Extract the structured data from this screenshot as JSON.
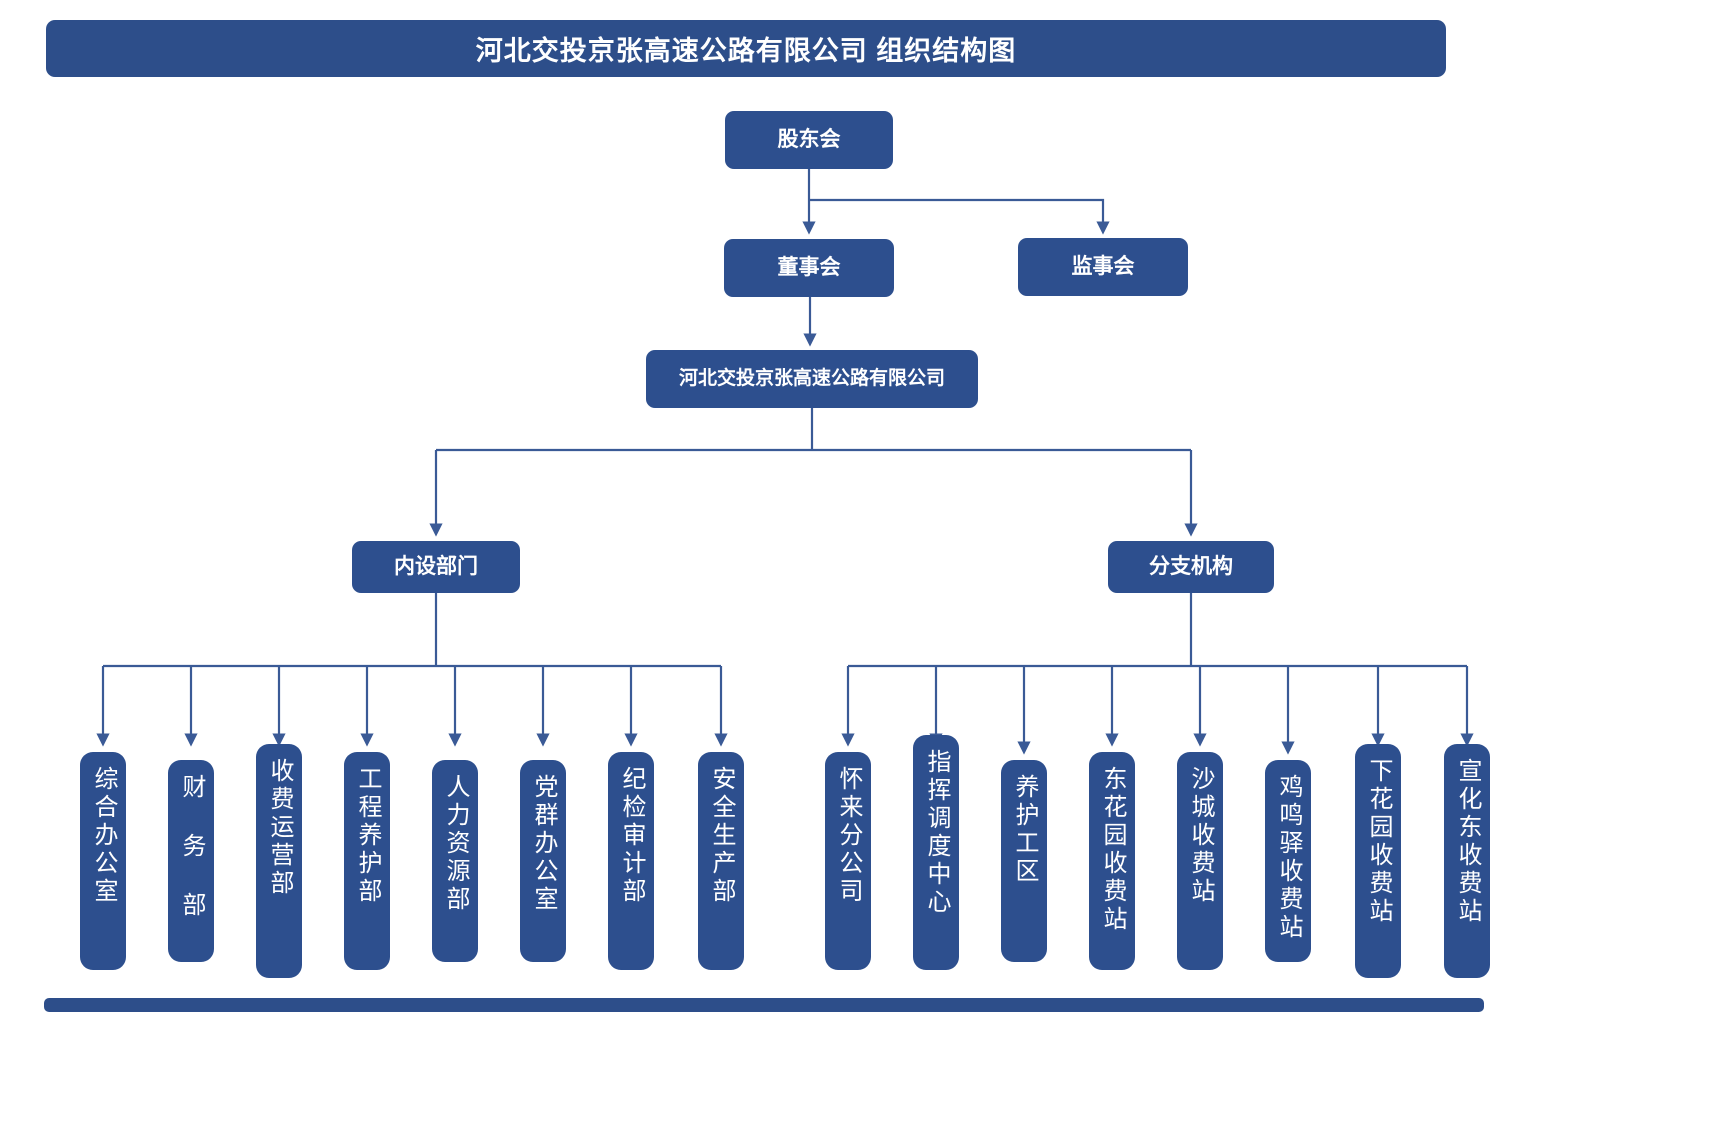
{
  "document": {
    "title": "河北交投京张高速公路有限公司 组织结构图",
    "type": "organization-chart",
    "colors": {
      "box_fill": "#2d4f8e",
      "title_bar": "#2d4e8a",
      "connector_line": "#3a5a96",
      "background": "#ffffff",
      "text": "#ffffff"
    }
  },
  "nodes": {
    "shareholders": {
      "label": "股东会"
    },
    "board": {
      "label": "董事会"
    },
    "supervisors": {
      "label": "监事会"
    },
    "company": {
      "label": "河北交投京张高速公路有限公司"
    },
    "internal_departments": {
      "label": "内设部门"
    },
    "branches": {
      "label": "分支机构"
    }
  },
  "internal_departments": [
    {
      "label": "综合办公室"
    },
    {
      "label": "财 务 部"
    },
    {
      "label": "收费运营部"
    },
    {
      "label": "工程养护部"
    },
    {
      "label": "人力资源部"
    },
    {
      "label": "党群办公室"
    },
    {
      "label": "纪检审计部"
    },
    {
      "label": "安全生产部"
    }
  ],
  "branch_organizations": [
    {
      "label": "怀来分公司"
    },
    {
      "label": "指挥调度中心"
    },
    {
      "label": "养护工区"
    },
    {
      "label": "东花园收费站"
    },
    {
      "label": "沙城收费站"
    },
    {
      "label": "鸡鸣驿收费站"
    },
    {
      "label": "下花园收费站"
    },
    {
      "label": "宣化东收费站"
    }
  ],
  "hierarchy": {
    "root": "股东会",
    "edges": [
      {
        "from": "股东会",
        "to": "董事会"
      },
      {
        "from": "股东会",
        "to": "监事会"
      },
      {
        "from": "董事会",
        "to": "河北交投京张高速公路有限公司"
      },
      {
        "from": "河北交投京张高速公路有限公司",
        "to": "内设部门"
      },
      {
        "from": "河北交投京张高速公路有限公司",
        "to": "分支机构"
      },
      {
        "from": "内设部门",
        "to": "综合办公室"
      },
      {
        "from": "内设部门",
        "to": "财 务 部"
      },
      {
        "from": "内设部门",
        "to": "收费运营部"
      },
      {
        "from": "内设部门",
        "to": "工程养护部"
      },
      {
        "from": "内设部门",
        "to": "人力资源部"
      },
      {
        "from": "内设部门",
        "to": "党群办公室"
      },
      {
        "from": "内设部门",
        "to": "纪检审计部"
      },
      {
        "from": "内设部门",
        "to": "安全生产部"
      },
      {
        "from": "分支机构",
        "to": "怀来分公司"
      },
      {
        "from": "分支机构",
        "to": "指挥调度中心"
      },
      {
        "from": "分支机构",
        "to": "养护工区"
      },
      {
        "from": "分支机构",
        "to": "东花园收费站"
      },
      {
        "from": "分支机构",
        "to": "沙城收费站"
      },
      {
        "from": "分支机构",
        "to": "鸡鸣驿收费站"
      },
      {
        "from": "分支机构",
        "to": "下花园收费站"
      },
      {
        "from": "分支机构",
        "to": "宣化东收费站"
      }
    ]
  }
}
